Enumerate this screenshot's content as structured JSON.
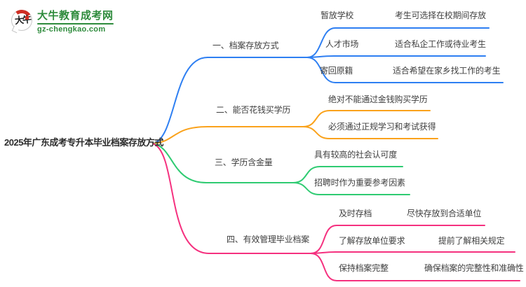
{
  "site": {
    "logo_text": "大牛",
    "title": "大牛教育成考网",
    "url": "gz-chengkao.com"
  },
  "colors": {
    "branch1": "#2e7ff2",
    "branch2": "#faa21b",
    "bran3_note": "",
    "branch3": "#2fcb72",
    "branch4": "#f5317f",
    "brand_green": "#2e8b3c",
    "brand_red": "#cf2e23",
    "node_text": "#3f3f3f"
  },
  "mindmap": {
    "root": "2025年广东成考专升本毕业档案存放方式",
    "branches": [
      {
        "label": "一、档案存放方式",
        "children": [
          {
            "label": "暂放学校",
            "leaf": "考生可选择在校期间存放"
          },
          {
            "label": "人才市场",
            "leaf": "适合私企工作或待业考生"
          },
          {
            "label": "寄回原籍",
            "leaf": "适合希望在家乡找工作的考生"
          }
        ]
      },
      {
        "label": "二、能否花钱买学历",
        "children": [
          {
            "label": "绝对不能通过金钱购买学历"
          },
          {
            "label": "必须通过正规学习和考试获得"
          }
        ]
      },
      {
        "label": "三、学历含金量",
        "children": [
          {
            "label": "具有较高的社会认可度"
          },
          {
            "label": "招聘时作为重要参考因素"
          }
        ]
      },
      {
        "label": "四、有效管理毕业档案",
        "children": [
          {
            "label": "及时存档",
            "leaf": "尽快存放到合适单位"
          },
          {
            "label": "了解存放单位要求",
            "leaf": "提前了解相关规定"
          },
          {
            "label": "保持档案完整",
            "leaf": "确保档案的完整性和准确性"
          }
        ]
      }
    ]
  }
}
